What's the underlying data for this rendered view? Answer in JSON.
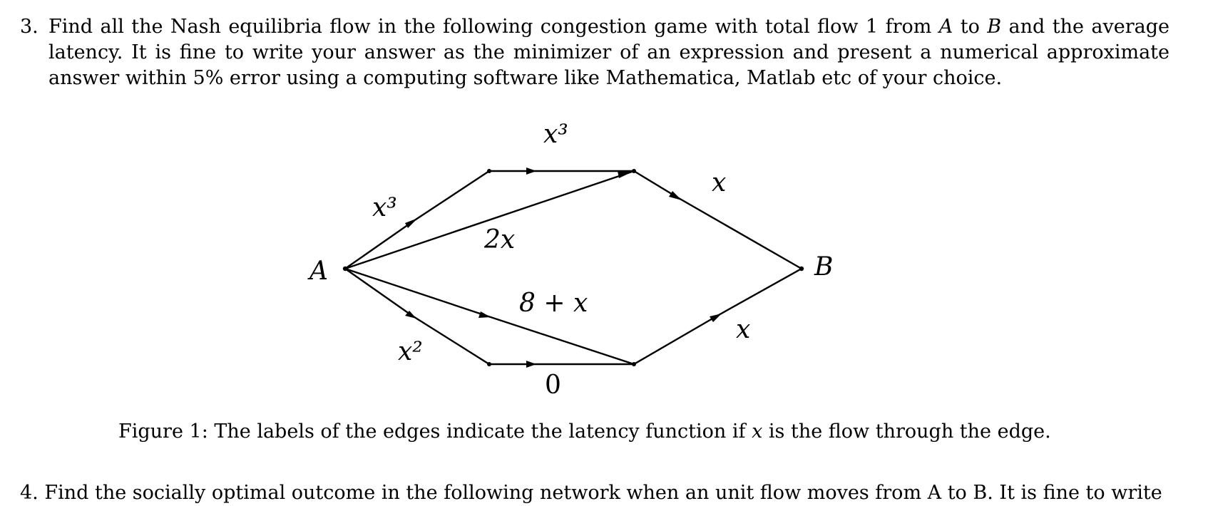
{
  "problem": {
    "number": "3.",
    "segments": [
      {
        "t": "Find all the Nash equilibria flow in the following congestion game with total flow 1 from ",
        "math": false
      },
      {
        "t": "A",
        "math": true
      },
      {
        "t": " to ",
        "math": false
      },
      {
        "t": "B",
        "math": true
      },
      {
        "t": " and the average latency. It is fine to write your answer as the minimizer of an expression and present a numerical approximate answer within 5% error using a computing software like Mathematica, Matlab etc of your choice.",
        "math": false
      }
    ]
  },
  "figure": {
    "nodes": {
      "A": "A",
      "B": "B"
    },
    "edge_labels": {
      "top": "x³",
      "upper_left": "x³",
      "direct_upper": "2x",
      "upper_right": "x",
      "direct_lower": "8 + x",
      "lower_left": "x²",
      "bottom": "0",
      "lower_right": "x"
    }
  },
  "caption": {
    "before": "Figure 1: The labels of the edges indicate the latency function if ",
    "var": "x",
    "after": " is the flow through the edge."
  },
  "next_problem": {
    "text": "4. Find the socially optimal outcome in the following network when an unit flow moves from A to B. It is fine to write"
  }
}
